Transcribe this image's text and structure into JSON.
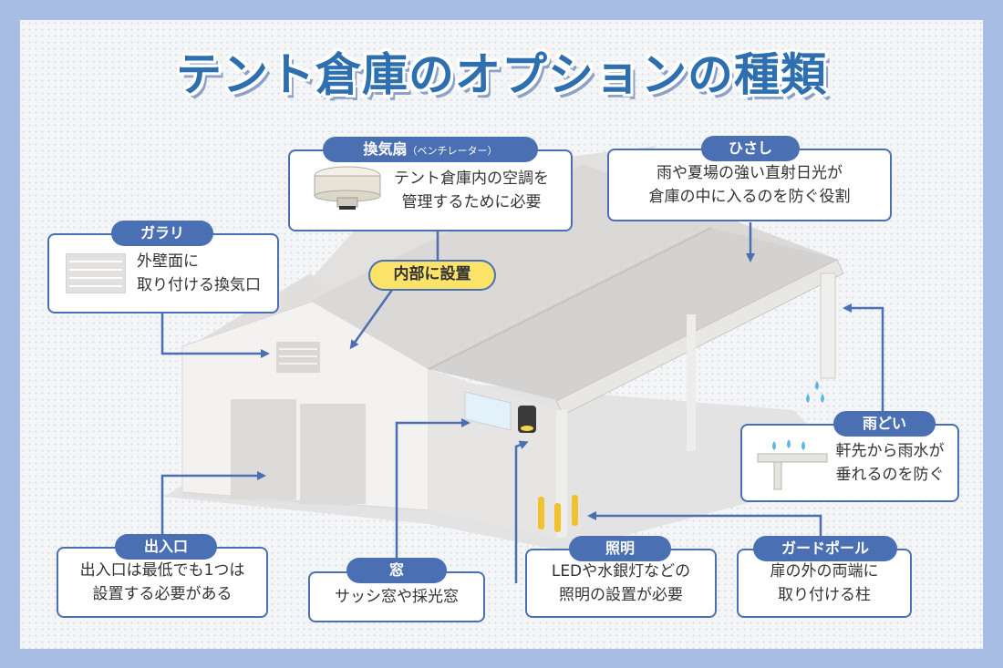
{
  "title": "テント倉庫のオプションの種類",
  "inner_label": "内部に設置",
  "callouts": {
    "ventilator": {
      "label": "換気扇",
      "label_sub": "（ベンチレーター）",
      "text": "テント倉庫内の空調を\n管理するために必要",
      "icon": "ventilator-fan-icon"
    },
    "eaves": {
      "label": "ひさし",
      "text": "雨や夏場の強い直射日光が\n倉庫の中に入るのを防ぐ役割"
    },
    "louver": {
      "label": "ガラリ",
      "text": "外壁面に\n取り付ける換気口",
      "icon": "louver-vent-icon"
    },
    "gutter": {
      "label": "雨どい",
      "text": "軒先から雨水が\n垂れるのを防ぐ",
      "icon": "rain-gutter-icon"
    },
    "entrance": {
      "label": "出入口",
      "text": "出入口は最低でも1つは\n設置する必要がある"
    },
    "window": {
      "label": "窓",
      "text": "サッシ窓や採光窓"
    },
    "lighting": {
      "label": "照明",
      "text": "LEDや水銀灯などの\n照明の設置が必要"
    },
    "guard_pole": {
      "label": "ガードポール",
      "text": "扉の外の両端に\n取り付ける柱"
    }
  },
  "colors": {
    "frame": "#a7bde3",
    "accent": "#4a6fb3",
    "title": "#2e6fb0",
    "highlight": "#fbe36a",
    "building": "#ecebea",
    "pole": "#f2c22e",
    "rain": "#5bb7e6"
  }
}
